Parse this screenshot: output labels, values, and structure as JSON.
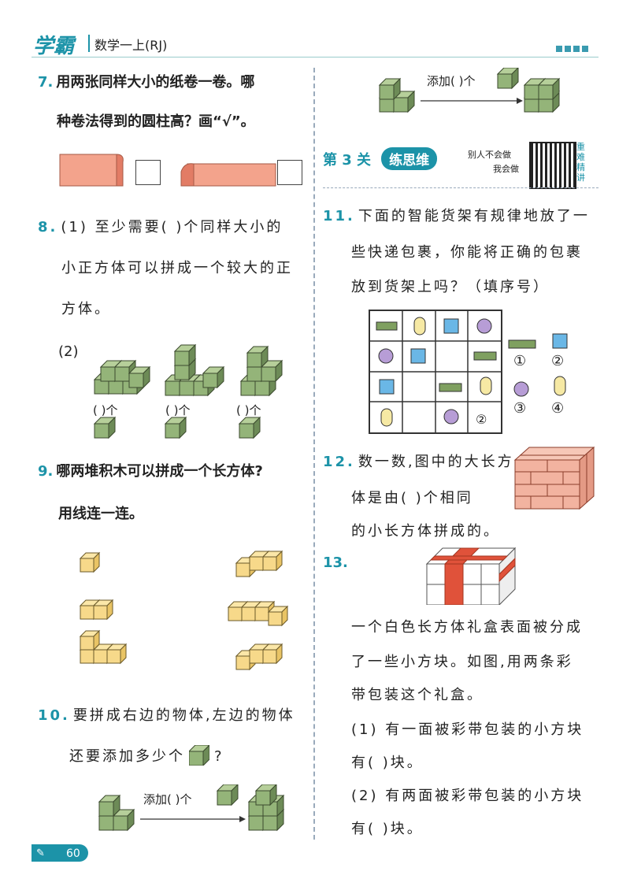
{
  "header": {
    "brand": "学霸",
    "subject": "数学一上(RJ)"
  },
  "q7": {
    "num": "7.",
    "line1": "用两张同样大小的纸卷一卷。哪",
    "line2": "种卷法得到的圆柱高？画“√”。"
  },
  "q8": {
    "num": "8.",
    "line1": "(1) 至少需要(      )个同样大小的",
    "line2": "小正方体可以拼成一个较大的正",
    "line3": "方体。",
    "part2": "(2)",
    "blanks": [
      "(      )个",
      "(      )个",
      "(      )个"
    ]
  },
  "q9": {
    "num": "9.",
    "line1": "哪两堆积木可以拼成一个长方体?",
    "line2": "用线连一连。"
  },
  "q10": {
    "num": "10.",
    "line1": "要拼成右边的物体,左边的物体",
    "line2": "还要添加多少个",
    "line2_end": "?",
    "add1": "添加(      )个",
    "add2": "添加(      )个"
  },
  "level": {
    "label": "第 3 关",
    "pill": "练思维",
    "note1": "别人不会做",
    "note2": "我会做",
    "qr_text": "重难精讲"
  },
  "q11": {
    "num": "11.",
    "line1": "下面的智能货架有规律地放了一",
    "line2": "些快递包裹，你能将正确的包裹",
    "line3": "放到货架上吗？（填序号）",
    "options": [
      "①",
      "②",
      "③",
      "④"
    ]
  },
  "q12": {
    "num": "12.",
    "line1": "数一数,图中的大长方",
    "line2": "体是由(      )个相同",
    "line3": "的小长方体拼成的。"
  },
  "q13": {
    "num": "13.",
    "line1": "一个白色长方体礼盒表面被分成",
    "line2": "了一些小方块。如图,用两条彩",
    "line3": "带包装这个礼盒。",
    "p1a": "(1) 有一面被彩带包装的小方块",
    "p1b": "有(      )块。",
    "p2a": "(2) 有两面被彩带包装的小方块",
    "p2b": "有(      )块。"
  },
  "footer": {
    "page": "60"
  }
}
